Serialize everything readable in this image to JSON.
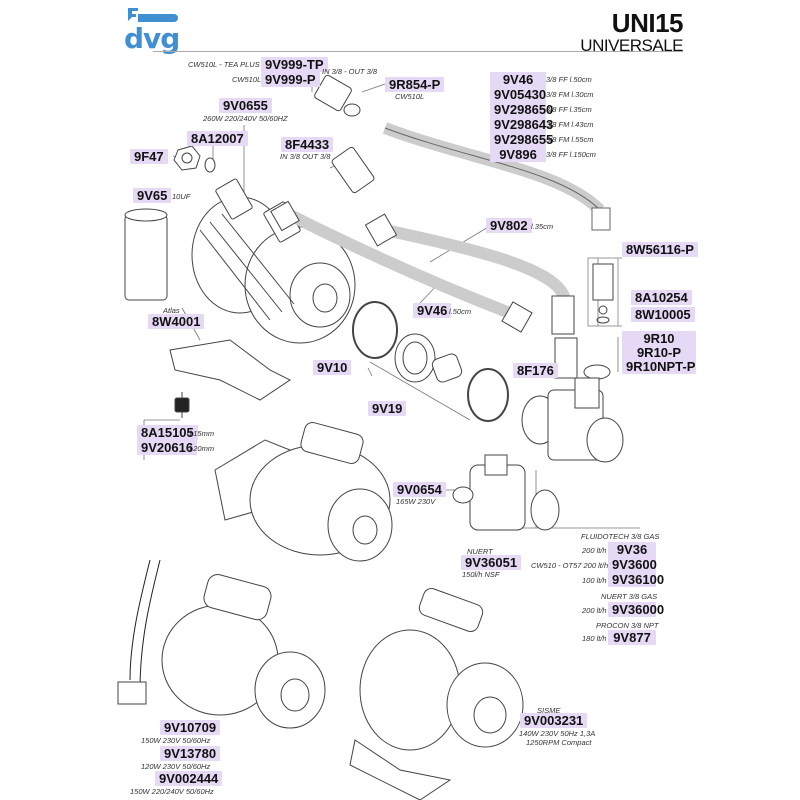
{
  "header": {
    "logo_text": "dvg",
    "title": "UNI15",
    "subtitle": "UNIVERSALE"
  },
  "colors": {
    "label_bg": "#e6d9f5",
    "logo": "#3f8fd2",
    "line": "#555555"
  },
  "labels": {
    "p9V999TP": {
      "code": "9V999-TP",
      "prefix": "CW510L - TEA PLUS"
    },
    "p9V999P": {
      "code": "9V999-P",
      "prefix": "CW510L"
    },
    "p9R854P": {
      "code": "9R854-P",
      "note_above": "IN 3/8 - OUT 3/8",
      "note": "CW510L"
    },
    "p9V0655": {
      "code": "9V0655",
      "note": "260W 220/240V 50/60HZ"
    },
    "p8A12007": {
      "code": "8A12007"
    },
    "p9F47": {
      "code": "9F47"
    },
    "p8F4433": {
      "code": "8F4433",
      "note": "IN 3/8 OUT 3/8"
    },
    "p9V65": {
      "code": "9V65",
      "note": "10UF"
    },
    "hoses": [
      {
        "code": "9V46",
        "note": "3/8 FF l.50cm"
      },
      {
        "code": "9V05430",
        "note": "3/8 FM l.30cm"
      },
      {
        "code": "9V298650",
        "note": "3/8 FF l.35cm"
      },
      {
        "code": "9V298643",
        "note": "3/8 FM l.43cm"
      },
      {
        "code": "9V298655",
        "note": "3/8 FM l.55cm"
      },
      {
        "code": "9V896",
        "note": "3/8 FF l.150cm"
      }
    ],
    "p9V802": {
      "code": "9V802",
      "note": "l.35cm"
    },
    "p8W56116P": {
      "code": "8W56116-P"
    },
    "p8A10254": {
      "code": "8A10254"
    },
    "p8W10005": {
      "code": "8W10005"
    },
    "p9R10": {
      "code": "9R10"
    },
    "p9R10P": {
      "code": "9R10-P"
    },
    "p9R10NPTP": {
      "code": "9R10NPT-P"
    },
    "p9V46b": {
      "code": "9V46",
      "note": "l.50cm"
    },
    "p8W4001": {
      "code": "8W4001",
      "note_above": "Atlas"
    },
    "p9V10": {
      "code": "9V10"
    },
    "p8F176": {
      "code": "8F176"
    },
    "p9V19": {
      "code": "9V19"
    },
    "p8A15105": {
      "code": "8A15105",
      "note": "d.15mm"
    },
    "p9V20616": {
      "code": "9V20616",
      "note": "d.20mm"
    },
    "p9V0654": {
      "code": "9V0654",
      "note": "165W 230V"
    },
    "p9V36051": {
      "code": "9V36051",
      "note_above": "NUERT",
      "note": "150l/h NSF"
    },
    "pumps": {
      "fluidotech_heading": "FLUIDOTECH 3/8 GAS",
      "items_fluidotech": [
        {
          "code": "9V36",
          "prefix": "200 lt/h"
        },
        {
          "code": "9V3600",
          "prefix": "CW510 - OT57 200 lt/h"
        },
        {
          "code": "9V36100",
          "prefix": "100 lt/h"
        }
      ],
      "nuert_heading": "NUERT 3/8 GAS",
      "items_nuert": [
        {
          "code": "9V36000",
          "prefix": "200 lt/h"
        }
      ],
      "procon_heading": "PROCON 3/8 NPT",
      "items_procon": [
        {
          "code": "9V877",
          "prefix": "180 lt/h"
        }
      ]
    },
    "p9V10709": {
      "code": "9V10709",
      "note": "150W 230V 50/60Hz"
    },
    "p9V13780": {
      "code": "9V13780",
      "note": "120W 230V 50/60Hz"
    },
    "p9V002444": {
      "code": "9V002444",
      "note": "150W 220/240V 50/60Hz"
    },
    "p9V003231": {
      "code": "9V003231",
      "note_above": "SISME",
      "note": "140W 230V 50Hz 1,3A",
      "note2": "1250RPM Compact"
    }
  }
}
